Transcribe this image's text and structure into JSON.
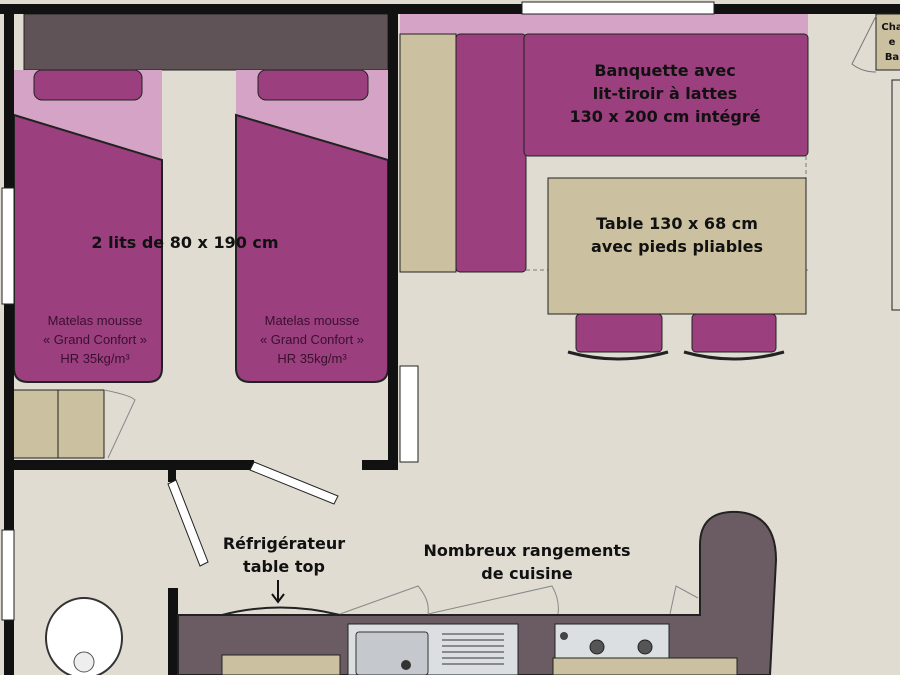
{
  "labels": {
    "beds": "2 lits de 80 x 190 cm",
    "mattress_left": [
      "Matelas mousse",
      "« Grand Confort »",
      "HR 35kg/m³"
    ],
    "mattress_right": [
      "Matelas mousse",
      "« Grand Confort »",
      "HR 35kg/m³"
    ],
    "bench": [
      "Banquette avec",
      "lit-tiroir à lattes",
      "130 x 200 cm intégré"
    ],
    "table": [
      "Table 130 x 68 cm",
      "avec pieds pliables"
    ],
    "fridge": [
      "Réfrigérateur",
      "table top"
    ],
    "storage": [
      "Nombreux rangements",
      "de cuisine"
    ],
    "corner": [
      "Cha",
      "e",
      "Ba"
    ]
  },
  "colors": {
    "floor": "#e0dcd2",
    "purple": "#9b3f7e",
    "pink": "#d4a3c6",
    "furniture": "#6b5c63",
    "tan": "#cbc1a1",
    "wall": "#111111"
  }
}
